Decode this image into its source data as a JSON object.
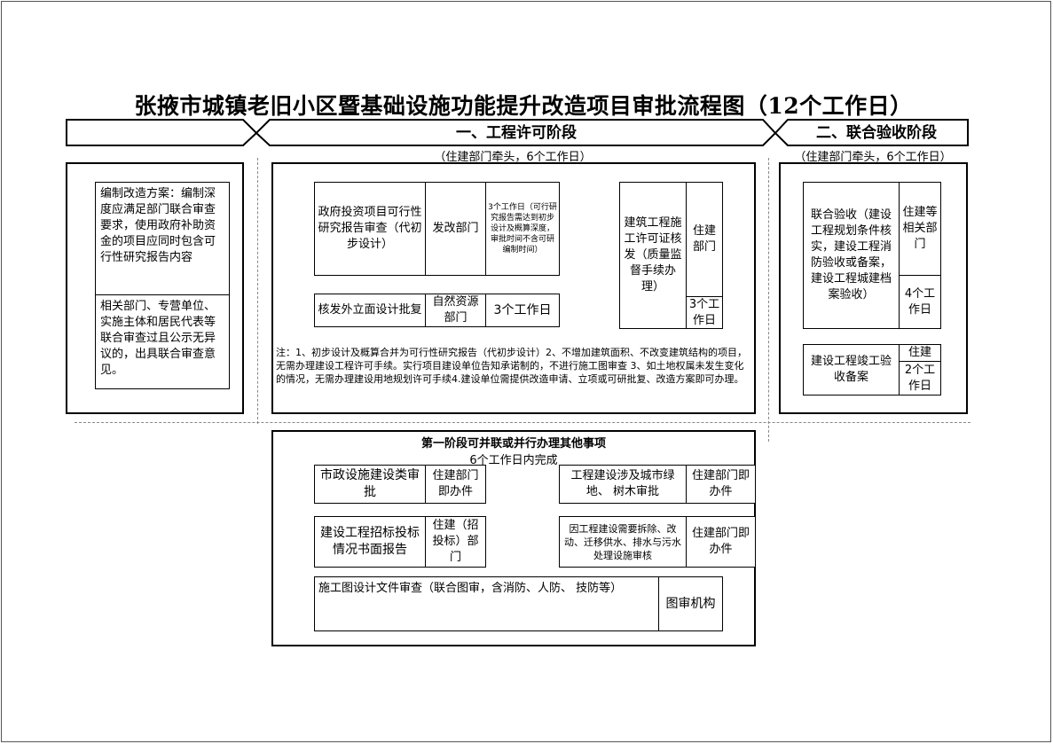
{
  "title": "张掖市城镇老旧小区暨基础设施功能提升改造项目审批流程图（12个工作日）",
  "stages": {
    "stage1": {
      "label": "一、工程许可阶段",
      "subtitle": "（住建部门牵头，6个工作日）"
    },
    "stage2": {
      "label": "二、联合验收阶段",
      "subtitle": "（住建部门牵头，6个工作日）"
    }
  },
  "prep": {
    "plan": "编制改造方案：编制深度应满足部门联合审查要求，使用政府补助资金的项目应同时包含可行性研究报告内容",
    "review": "相关部门、专营单位、实施主体和居民代表等联合审查过且公示无异议的，出具联合审查意见。"
  },
  "permit": {
    "feasibility": {
      "item": "政府投资项目可行性研究报告审查（代初步设计）",
      "dept": "发改部门",
      "time": "3个工作日（可行研究报告需达到初步设计及概算深度，审批时间不含可研编制时间）"
    },
    "facade": {
      "item": "核发外立面设计批复",
      "dept": "自然资源部门",
      "time": "3个工作日"
    },
    "construction": {
      "item": "建筑工程施工许可证核发（质量监督手续办理）",
      "dept": "住建部门",
      "time": "3个工作日"
    },
    "note": "注：1、初步设计及概算合并为可行性研究报告（代初步设计）2、不增加建筑面积、不改变建筑结构的项目，无需办理建设工程许可手续。实行项目建设单位告知承诺制的，不进行施工图审查 3、如土地权属未发生变化的情况，无需办理建设用地规划许可手续4.建设单位需提供改造申请、立项或可研批复、改造方案即可办理。"
  },
  "acceptance": {
    "joint": {
      "item": "联合验收（建设工程规划条件核实，建设工程消防验收或备案，建设工程城建档案验收）",
      "dept": "住建等相关部门",
      "time": "4个工作日"
    },
    "completion": {
      "item": "建设工程竣工验收备案",
      "dept": "住建",
      "time": "2个工作日"
    }
  },
  "parallel": {
    "title": "第一阶段可并联或并行办理其他事项",
    "subtitle": "6个工作日内完成",
    "municipal": {
      "item": "市政设施建设类审批",
      "dept": "住建部门即办件"
    },
    "greenery": {
      "item": "工程建设涉及城市绿地、 树木审批",
      "dept": "住建部门即办件"
    },
    "bidding": {
      "item": "建设工程招标投标情况书面报告",
      "dept": "住建（招投标）部门"
    },
    "drainage": {
      "item": "因工程建设需要拆除、改动、迁移供水、排水与污水处理设施审核",
      "dept": "住建部门即办件"
    },
    "drawing": {
      "item": "施工图设计文件审查（联合图审，含消防、人防、 技防等）",
      "dept": "图审机构"
    }
  }
}
